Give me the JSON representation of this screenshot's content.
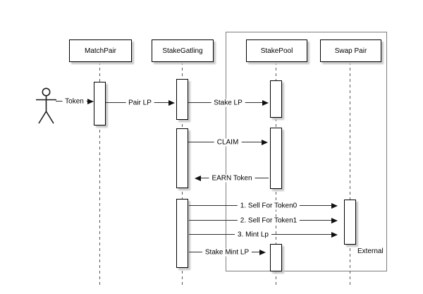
{
  "diagram": {
    "type": "uml-sequence-diagram",
    "participants": [
      {
        "label": "MatchPair"
      },
      {
        "label": "StakeGatling"
      },
      {
        "label": "StakePool"
      },
      {
        "label": "Swap Pair"
      }
    ],
    "frame": {
      "label": "External",
      "contains": [
        "StakePool",
        "Swap Pair"
      ]
    },
    "messages": [
      {
        "label": "Token",
        "from": "Actor",
        "to": "MatchPair",
        "direction": "right"
      },
      {
        "label": "Pair LP",
        "from": "MatchPair",
        "to": "StakeGatling",
        "direction": "right"
      },
      {
        "label": "Stake LP",
        "from": "StakeGatling",
        "to": "StakePool",
        "direction": "right"
      },
      {
        "label": "CLAIM",
        "from": "StakeGatling",
        "to": "StakePool",
        "direction": "right"
      },
      {
        "label": "EARN Token",
        "from": "StakePool",
        "to": "StakeGatling",
        "direction": "left"
      },
      {
        "label": "1. Sell For Token0",
        "from": "StakeGatling",
        "to": "Swap Pair",
        "direction": "right"
      },
      {
        "label": "2. Sell For Token1",
        "from": "StakeGatling",
        "to": "Swap Pair",
        "direction": "right"
      },
      {
        "label": "3. Mint Lp",
        "from": "StakeGatling",
        "to": "Swap Pair",
        "direction": "right"
      },
      {
        "label": "Stake Mint LP",
        "from": "StakeGatling",
        "to": "StakePool",
        "direction": "right"
      }
    ],
    "icons": {
      "actor": "stick-figure-icon",
      "arrowhead": "filled-triangle-arrow-icon"
    },
    "colors": {
      "background": "#ffffff",
      "box_fill": "#ffffff",
      "box_border": "#000000",
      "message_line": "#2f2f2f",
      "lifeline": "#565656",
      "frame_border": "#7d7d7d",
      "shadow": "#c6c6c6"
    }
  }
}
